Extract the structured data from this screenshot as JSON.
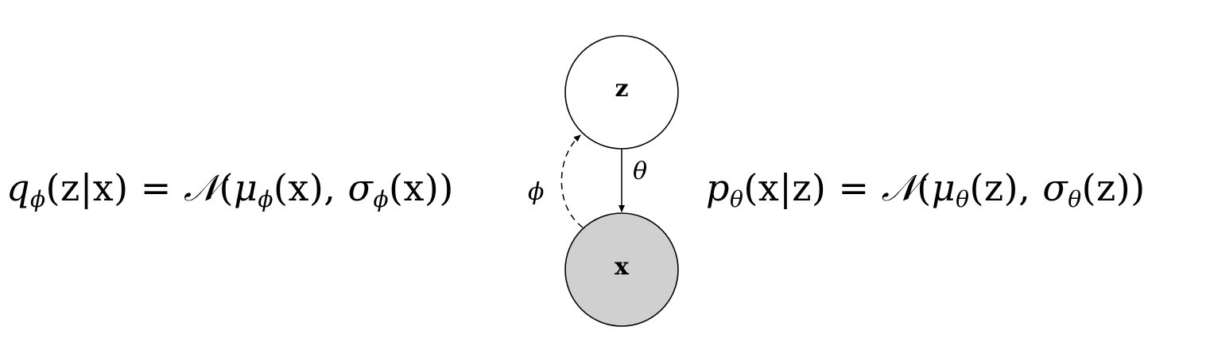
{
  "nodes": {
    "latent": {
      "label": "z",
      "fill": "#ffffff"
    },
    "observed": {
      "label": "x",
      "fill": "#d0d0d0"
    }
  },
  "edges": {
    "generative": {
      "label": "θ",
      "style": "solid"
    },
    "inference": {
      "label": "ϕ",
      "style": "dashed"
    }
  },
  "equations": {
    "encoder": {
      "q": "q",
      "q_sub": "ϕ",
      "lhs_args": "(z|x) = ",
      "dist": "𝒩",
      "open": "(",
      "mu": "μ",
      "mu_sub": "ϕ",
      "mu_arg": "(x), ",
      "sigma": "σ",
      "sigma_sub": "ϕ",
      "sigma_arg": "(x))"
    },
    "decoder": {
      "p": "p",
      "p_sub": "θ",
      "lhs_args": "(x|z) = ",
      "dist": "𝒩",
      "open": "(",
      "mu": "μ",
      "mu_sub": "θ",
      "mu_arg": "(z), ",
      "sigma": "σ",
      "sigma_sub": "θ",
      "sigma_arg": "(z))"
    }
  }
}
